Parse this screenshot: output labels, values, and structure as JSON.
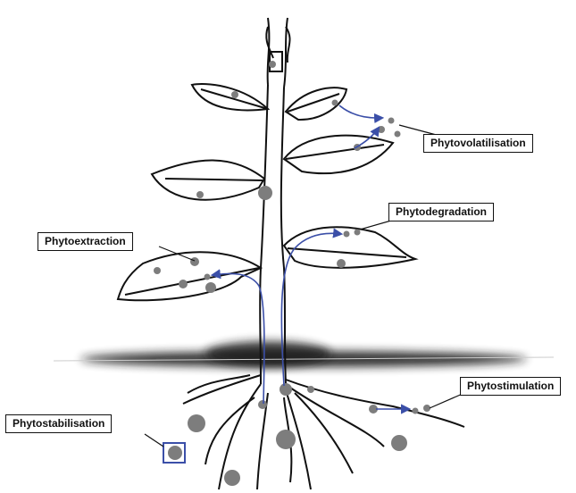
{
  "labels": {
    "phytovolatilisation": "Phytovolatilisation",
    "phytodegradation": "Phytodegradation",
    "phytoextraction": "Phytoextraction",
    "phytostimulation": "Phytostimulation",
    "phytostabilisation": "Phytostabilisation"
  },
  "colors": {
    "ink": "#111111",
    "arrow": "#3b4fa8",
    "particle": "#7d7d7d",
    "soil": "#1a1a1a"
  }
}
